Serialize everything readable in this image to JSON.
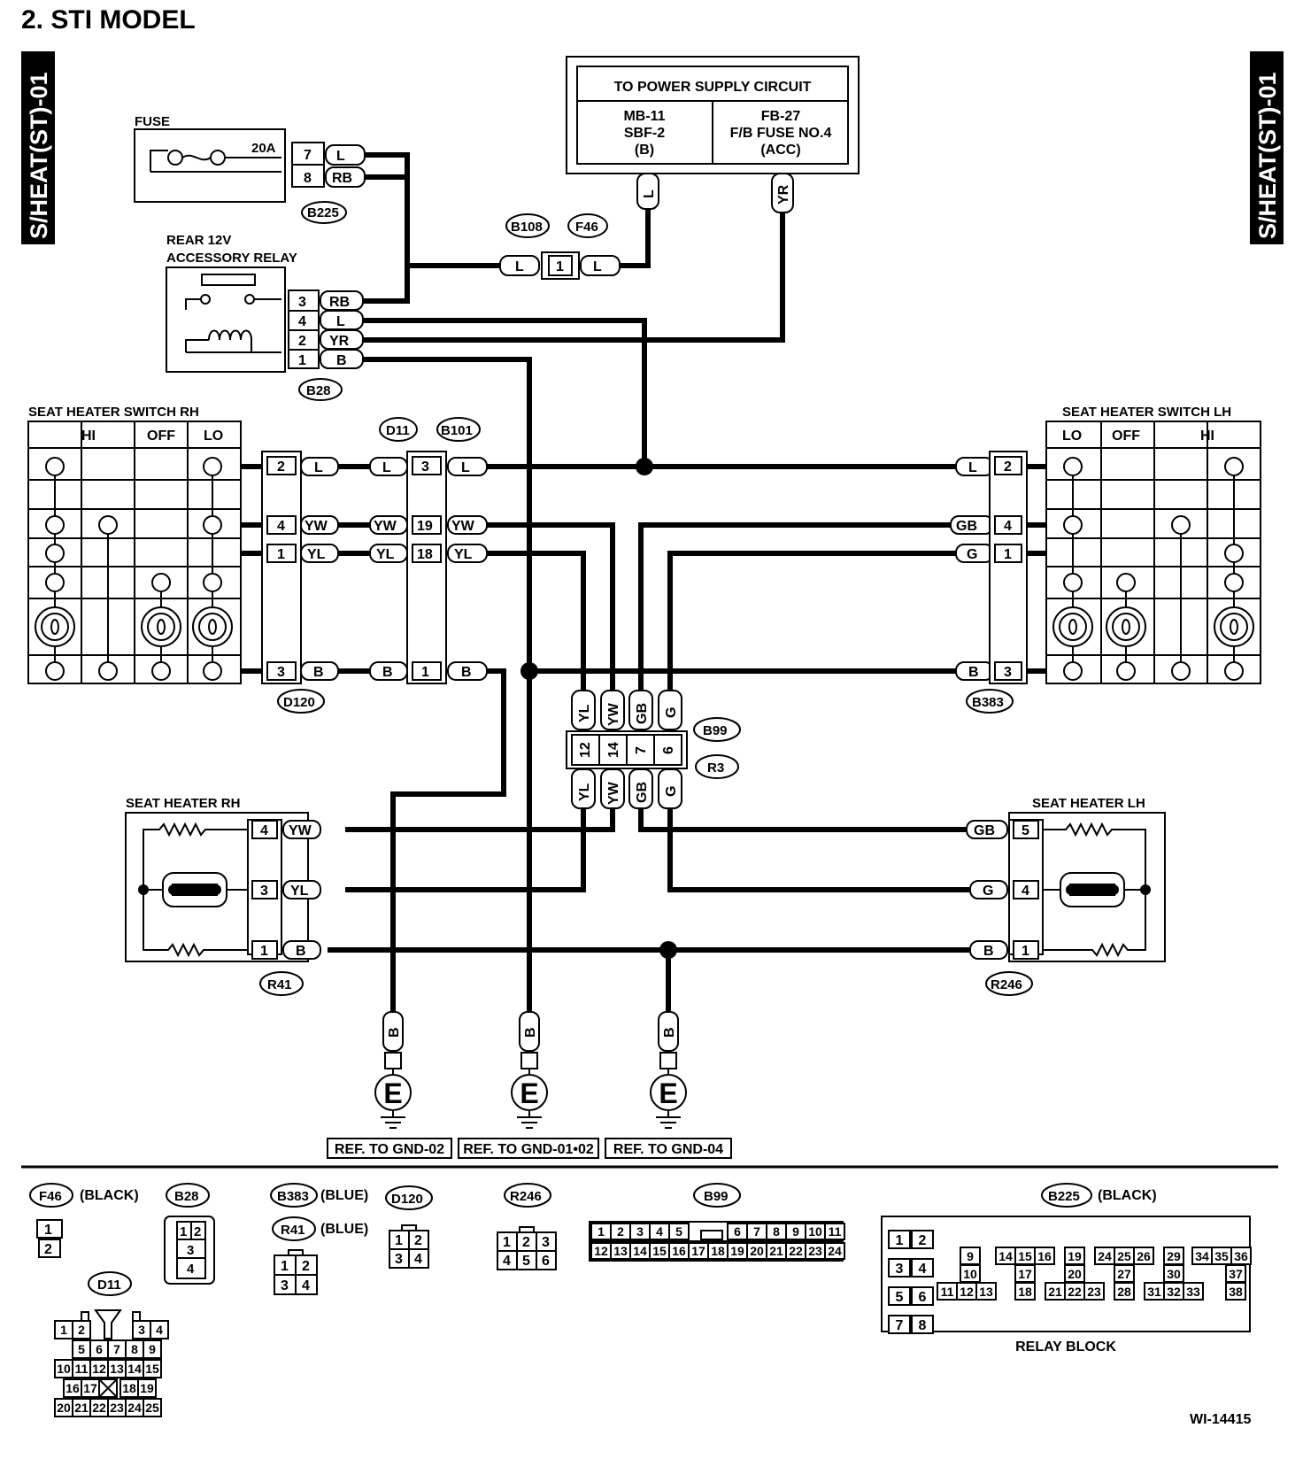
{
  "page_title": "2.  STI MODEL",
  "side_tab": "S/HEAT(ST)-01",
  "figure_id": "WI-14415",
  "power": {
    "header": "TO POWER SUPPLY CIRCUIT",
    "left": [
      "MB-11",
      "SBF-2",
      "(B)"
    ],
    "right": [
      "FB-27",
      "F/B FUSE NO.4",
      "(ACC)"
    ]
  },
  "components": {
    "fuse": "FUSE",
    "fuse_rating": "20A",
    "relay": [
      "REAR 12V",
      "ACCESSORY RELAY"
    ],
    "switch_rh": "SEAT HEATER SWITCH RH",
    "switch_lh": "SEAT HEATER SWITCH LH",
    "heater_rh": "SEAT HEATER RH",
    "heater_lh": "SEAT HEATER LH",
    "sw_rh_cols": [
      "HI",
      "OFF",
      "LO"
    ],
    "sw_lh_cols": [
      "LO",
      "OFF",
      "HI"
    ]
  },
  "connectors": {
    "b225": "B225",
    "b28": "B28",
    "b108": "B108",
    "f46": "F46",
    "d11": "D11",
    "b101": "B101",
    "d120": "D120",
    "b383": "B383",
    "b99": "B99",
    "r3": "R3",
    "r41": "R41",
    "r246": "R246"
  },
  "wires": {
    "L": "L",
    "RB": "RB",
    "YR": "YR",
    "B": "B",
    "YW": "YW",
    "YL": "YL",
    "GB": "GB",
    "G": "G"
  },
  "pins": {
    "b225": [
      "7",
      "8"
    ],
    "b28": [
      "3",
      "4",
      "2",
      "1"
    ],
    "f46": "1",
    "d120": [
      "2",
      "4",
      "1",
      "3"
    ],
    "d11": [
      "3",
      "19",
      "18",
      "1"
    ],
    "b383": [
      "2",
      "4",
      "1",
      "3"
    ],
    "b99": [
      "12",
      "14",
      "7",
      "6"
    ],
    "r41": [
      "4",
      "3",
      "1"
    ],
    "r246": [
      "5",
      "4",
      "1"
    ]
  },
  "ground": {
    "symbol": "E",
    "refs": [
      "REF. TO GND-02",
      "REF. TO GND-01•02",
      "REF. TO GND-04"
    ]
  },
  "legend": {
    "f46": {
      "label": "F46",
      "color": "(BLACK)",
      "pins": [
        "1",
        "2"
      ]
    },
    "b28": {
      "label": "B28",
      "pins": [
        "1",
        "2",
        "3",
        "4"
      ]
    },
    "b383": {
      "label": "B383",
      "color": "(BLUE)"
    },
    "r41": {
      "label": "R41",
      "color": "(BLUE)",
      "pins": [
        "1",
        "2",
        "3",
        "4"
      ]
    },
    "d120": {
      "label": "D120",
      "pins": [
        "1",
        "2",
        "3",
        "4"
      ]
    },
    "r246": {
      "label": "R246",
      "pins": [
        "1",
        "2",
        "3",
        "4",
        "5",
        "6"
      ]
    },
    "b99": {
      "label": "B99",
      "row1": [
        "1",
        "2",
        "3",
        "4",
        "5",
        "6",
        "7",
        "8",
        "9",
        "10",
        "11"
      ],
      "row2": [
        "12",
        "13",
        "14",
        "15",
        "16",
        "17",
        "18",
        "19",
        "20",
        "21",
        "22",
        "23",
        "24"
      ]
    },
    "d11": {
      "label": "D11",
      "row1": [
        "1",
        "2",
        "3",
        "4"
      ],
      "row2": [
        "5",
        "6",
        "7",
        "8",
        "9"
      ],
      "row3": [
        "10",
        "11",
        "12",
        "13",
        "14",
        "15"
      ],
      "row4": [
        "16",
        "17",
        "18",
        "19"
      ],
      "row5": [
        "20",
        "21",
        "22",
        "23",
        "24",
        "25"
      ]
    },
    "b225": {
      "label": "B225",
      "color": "(BLACK)",
      "caption": "RELAY BLOCK",
      "left": [
        "1",
        "2",
        "3",
        "4",
        "5",
        "6",
        "7",
        "8"
      ],
      "grid": [
        "9",
        "10",
        "11",
        "12",
        "13",
        "14",
        "15",
        "16",
        "17",
        "18",
        "19",
        "20",
        "21",
        "22",
        "23",
        "24",
        "25",
        "26",
        "27",
        "28",
        "29",
        "30",
        "31",
        "32",
        "33",
        "34",
        "35",
        "36",
        "37",
        "38"
      ]
    }
  }
}
